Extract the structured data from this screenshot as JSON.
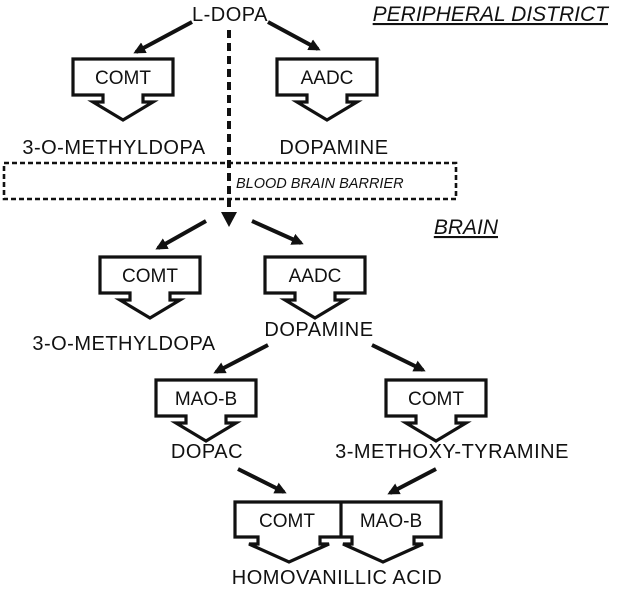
{
  "labels": {
    "ldopa": "L-DOPA",
    "peripheral": "PERIPHERAL DISTRICT",
    "brain": "BRAIN",
    "bbb": "BLOOD BRAIN BARRIER",
    "omd_peripheral": "3-O-METHYLDOPA",
    "dopamine_peripheral": "DOPAMINE",
    "omd_brain": "3-O-METHYLDOPA",
    "dopamine_brain": "DOPAMINE",
    "dopac": "DOPAC",
    "mt": "3-METHOXY-TYRAMINE",
    "hva": "HOMOVANILLIC ACID"
  },
  "enzymes": {
    "comt_peripheral": "COMT",
    "aadc_peripheral": "AADC",
    "comt_brain": "COMT",
    "aadc_brain": "AADC",
    "maob_dopac": "MAO-B",
    "comt_mt": "COMT",
    "comt_hva": "COMT",
    "maob_hva": "MAO-B"
  }
}
